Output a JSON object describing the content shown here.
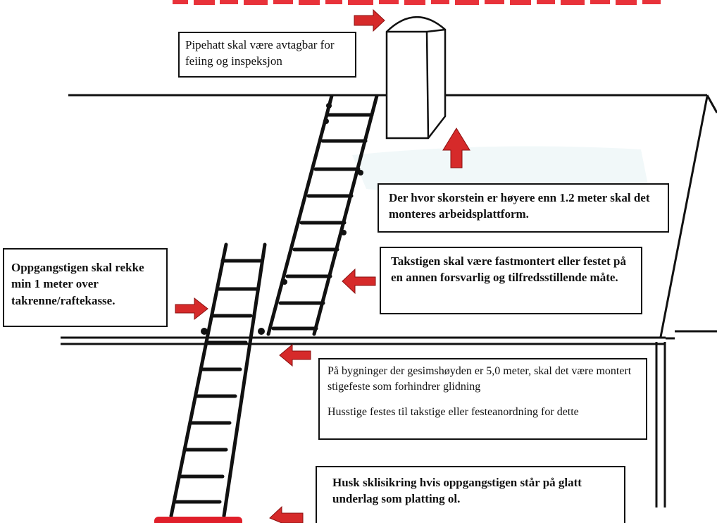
{
  "notes": {
    "chimney_cap": "Pipehatt skal være avtagbar for feiing og inspeksjon",
    "work_platform": "Der hvor skorstein er høyere enn 1.2 meter skal det monteres arbeidsplattform.",
    "access_ladder": "Oppgangstigen skal rekke min 1 meter over takrenne/raftekasse.",
    "roof_ladder": "Takstigen skal være fastmontert eller festet på en annen forsvarlig og tilfredsstillende måte.",
    "eave_height_line1": "På bygninger der gesimshøyden er 5,0 meter, skal det være montert stigefeste som forhindrer glidning",
    "eave_height_line2": "Husstige festes til takstige eller festeanordning for dette",
    "anti_slip": "Husk sklisikring hvis oppgangstigen står på glatt underlag som platting ol."
  },
  "colors": {
    "arrow": "#d62a2a",
    "line": "#111111",
    "base": "#e01f2a",
    "title": "#e8323a"
  },
  "icons": [
    "arrow-right-icon",
    "arrow-left-icon",
    "arrow-up-icon",
    "ladder-icon",
    "chimney-icon"
  ]
}
